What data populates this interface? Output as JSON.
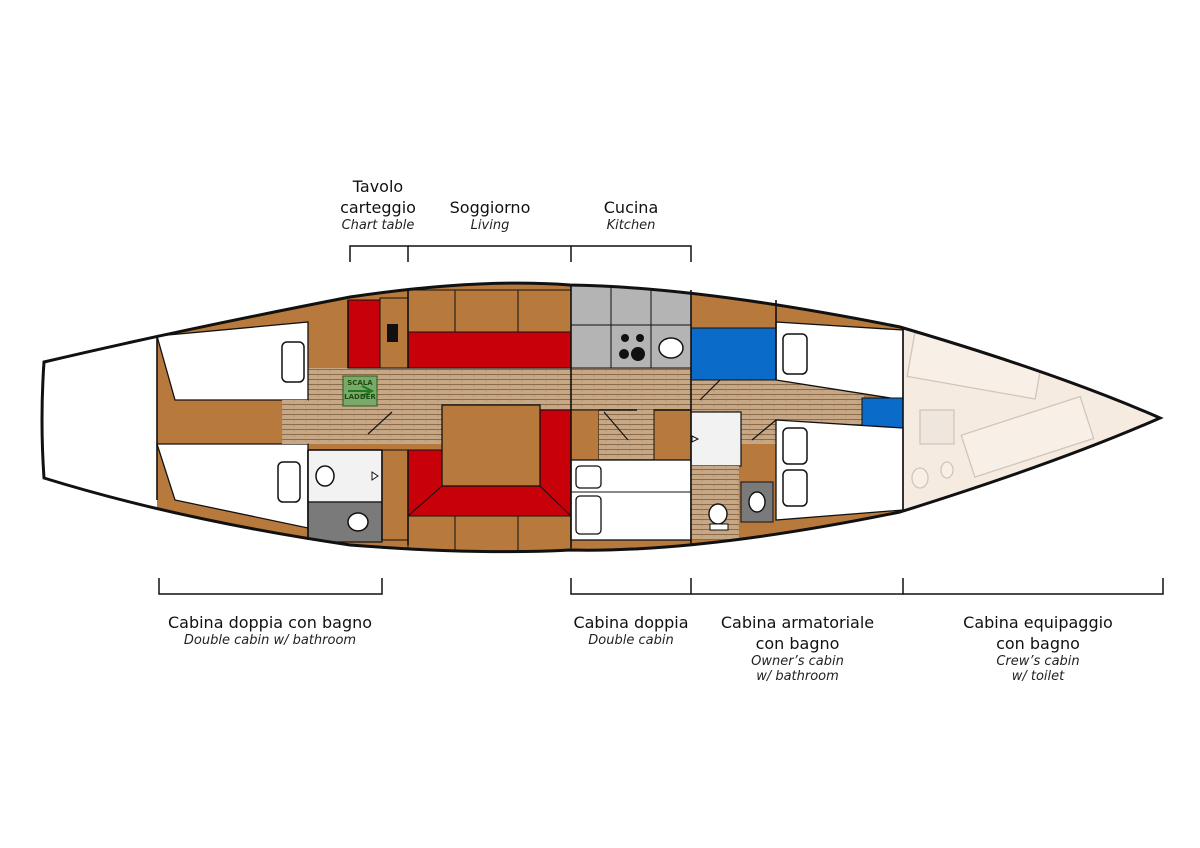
{
  "top_labels": {
    "chart_table": {
      "title_line1": "Tavolo",
      "title_line2": "carteggio",
      "subtitle": "Chart table"
    },
    "living": {
      "title": "Soggiorno",
      "subtitle": "Living"
    },
    "kitchen": {
      "title": "Cucina",
      "subtitle": "Kitchen"
    }
  },
  "bottom_labels": {
    "double_cabin_bathroom": {
      "title": "Cabina doppia con bagno",
      "subtitle": "Double cabin w/ bathroom"
    },
    "double_cabin": {
      "title": "Cabina doppia",
      "subtitle": "Double cabin"
    },
    "owner_cabin": {
      "title_line1": "Cabina armatoriale",
      "title_line2": "con bagno",
      "subtitle_line1": "Owner’s cabin",
      "subtitle_line2": "w/ bathroom"
    },
    "crew_cabin": {
      "title_line1": "Cabina equipaggio",
      "title_line2": "con bagno",
      "subtitle_line1": "Crew’s cabin",
      "subtitle_line2": "w/ toilet"
    }
  },
  "ladder": {
    "line1": "SCALA",
    "line2": "LADDER"
  },
  "colors": {
    "wood": "#b87a3c",
    "seat_red": "#c8000a",
    "floor": "#c7a886",
    "kitchen_gray": "#b4b4b4",
    "dark_gray": "#7a7a7a",
    "water_blue": "#0a6cc8",
    "crew_area": "#f6ebe0",
    "outline": "#111111"
  }
}
